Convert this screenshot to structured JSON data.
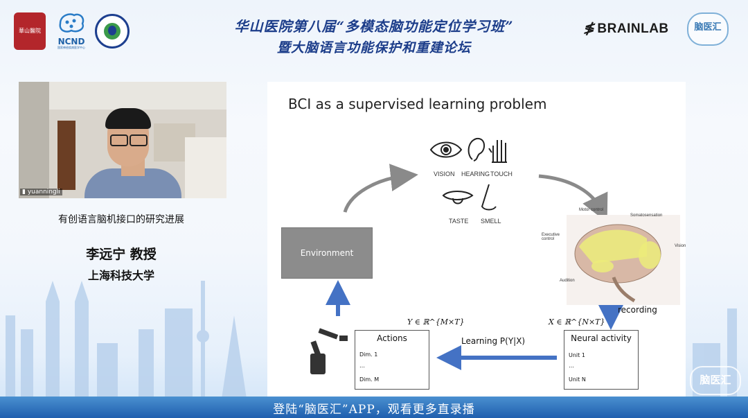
{
  "header": {
    "title_line1": "华山医院第八届“多模态脑功能定位学习班”",
    "title_line2": "暨大脑语言功能保护和重建论坛",
    "logo1_text": "華山醫院",
    "logo2_text": "NCND",
    "logo2_sub": "国家神经疾病医学中心",
    "brainlab": "BRAINLAB",
    "naoyihui": "脑医汇"
  },
  "video": {
    "username": "yuanningli"
  },
  "speaker": {
    "talk_title": "有创语言脑机接口的研究进展",
    "name": "李远宁 教授",
    "affiliation": "上海科技大学"
  },
  "slide": {
    "title": "BCI as a supervised learning problem",
    "senses": [
      "VISION",
      "HEARING",
      "TOUCH",
      "TASTE",
      "SMELL"
    ],
    "environment": "Environment",
    "brain_labels": {
      "motor": "Motor control",
      "somato": "Somatosensation",
      "executive": "Executive control",
      "vision": "Vision",
      "audition": "Audition"
    },
    "recording": "recording",
    "neural": {
      "title": "Neural activity",
      "rows": [
        "Unit 1",
        "Unit N"
      ],
      "math": "X ∈ ℝ^{N×T}"
    },
    "actions": {
      "title": "Actions",
      "rows": [
        "Dim. 1",
        "Dim. M"
      ],
      "math": "Y ∈ ℝ^{M×T}"
    },
    "learning": "Learning P(Y|X)"
  },
  "footer": {
    "text": "登陆“脑医汇”APP，观看更多直录播",
    "watermark": "脑医汇"
  },
  "colors": {
    "title_blue": "#1c3d8a",
    "arrow_blue": "#4472c4",
    "arrow_gray": "#8a8a8a",
    "spike_blue": "#2f3fb5",
    "footer_blue": "#1f5fae"
  }
}
